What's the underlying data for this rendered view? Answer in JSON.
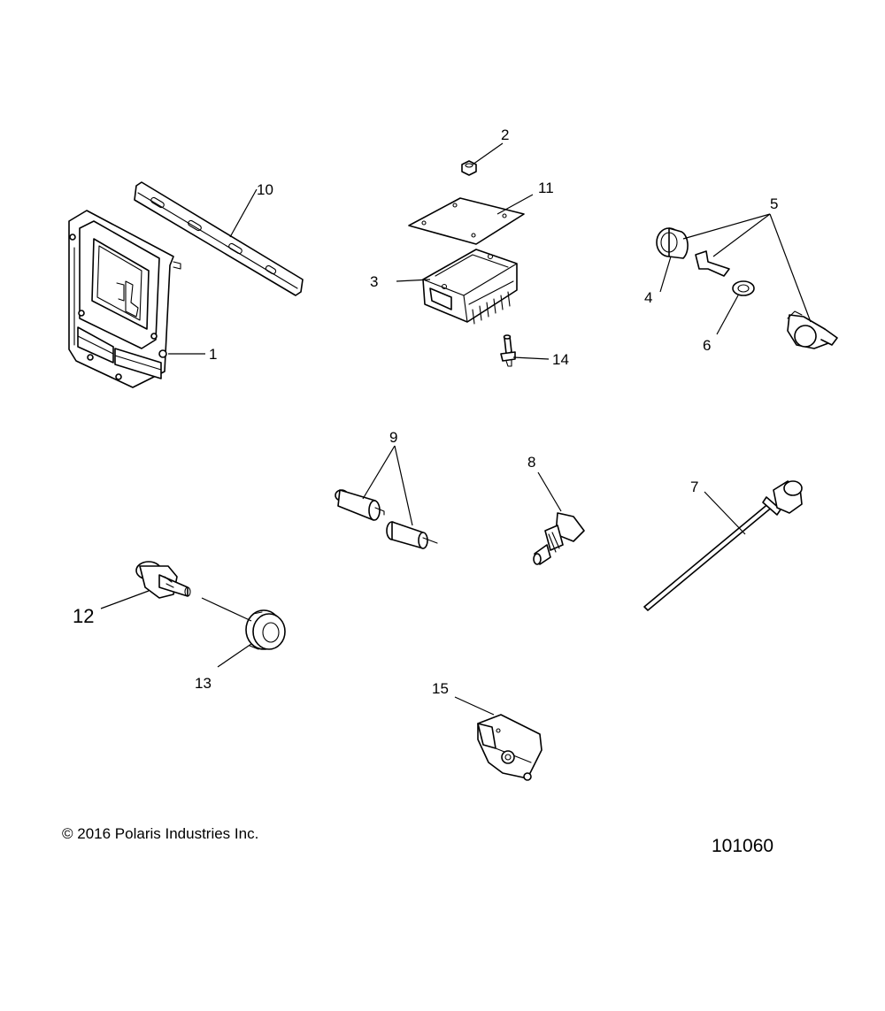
{
  "diagram": {
    "callouts": {
      "c1": "1",
      "c2": "2",
      "c3": "3",
      "c4": "4",
      "c5": "5",
      "c6": "6",
      "c7": "7",
      "c8": "8",
      "c9": "9",
      "c10": "10",
      "c11": "11",
      "c12": "12",
      "c13": "13",
      "c14": "14",
      "c15": "15"
    },
    "copyright": "© 2016 Polaris Industries Inc.",
    "document_number": "101060"
  }
}
